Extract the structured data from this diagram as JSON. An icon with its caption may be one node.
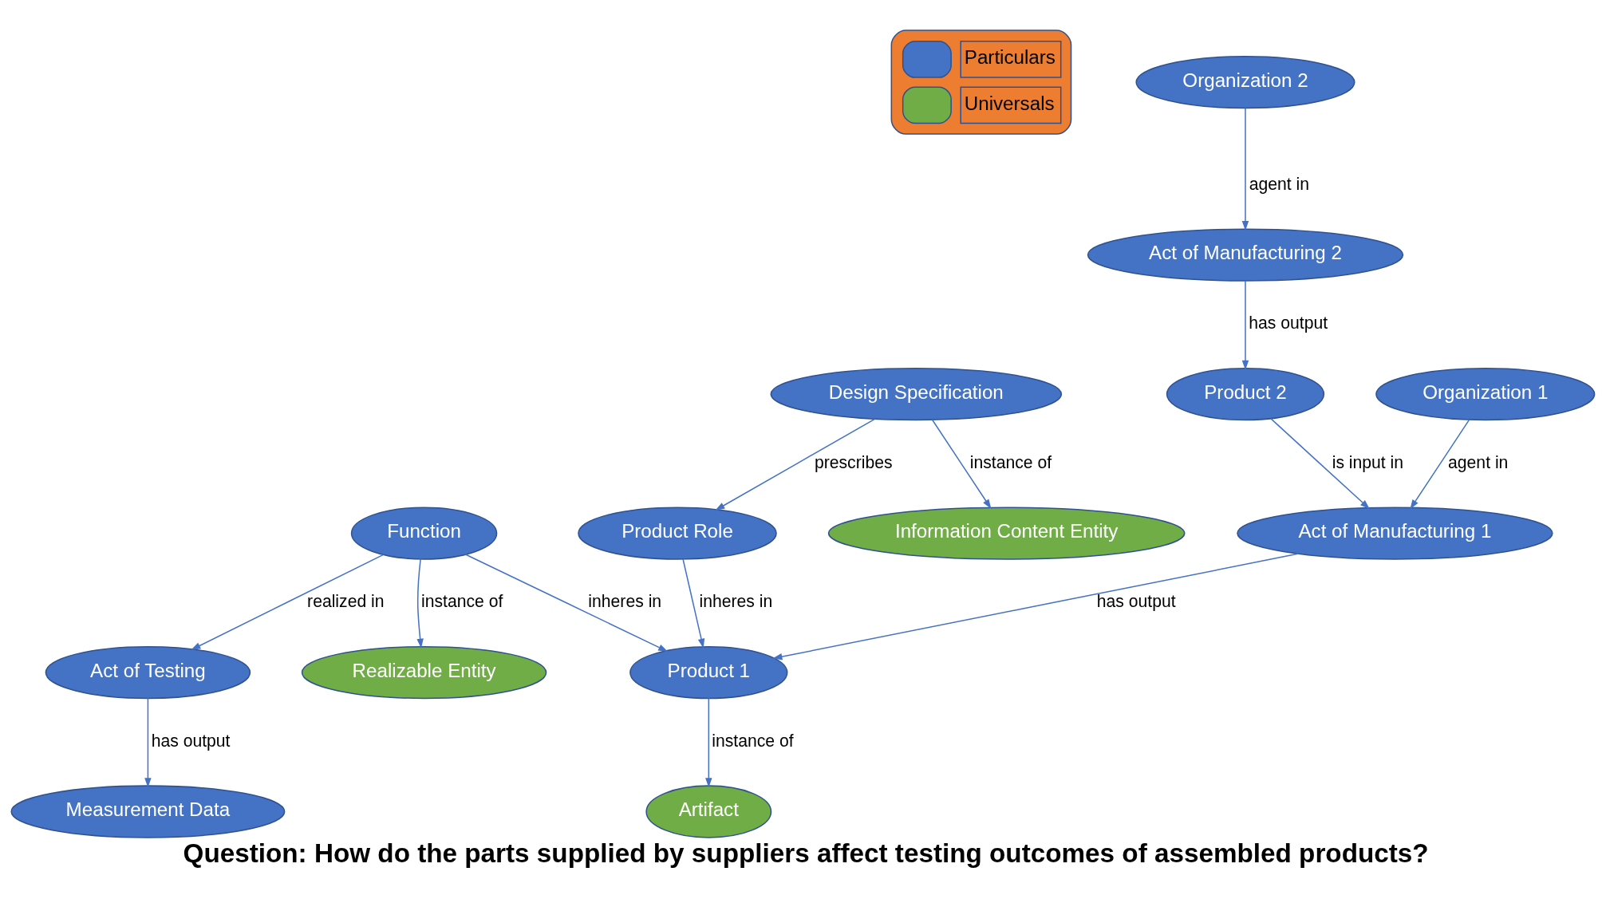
{
  "diagram": {
    "caption": "Question: How do the parts supplied by suppliers affect testing outcomes of assembled products?",
    "nodes": [
      {
        "text": [
          "Organization 1"
        ]
      },
      {
        "text": [
          "Artifact"
        ]
      },
      {
        "text": [
          "Product 2"
        ]
      },
      {
        "text": [
          "Act of Manufacturing 2"
        ]
      },
      {
        "text": [
          "Product Role"
        ]
      },
      {
        "text": [
          "Product 1"
        ]
      },
      {
        "text": [
          "Act of Manufacturing 1"
        ]
      },
      {
        "text": [
          "Organization 2"
        ]
      },
      {
        "text": [
          "Act of Testing"
        ]
      },
      {
        "text": [
          "Design Specification"
        ]
      },
      {
        "text": [
          "Function"
        ]
      },
      {
        "text": [
          "Realizable Entity"
        ]
      },
      {
        "text": [
          "Measurement Data"
        ]
      },
      {
        "text": [
          "Information Content Entity"
        ]
      }
    ],
    "edges": [
      {
        "from": 0,
        "to": 6,
        "arrow": "to",
        "label": "agent in"
      },
      {
        "from": 3,
        "to": 2,
        "arrow": "to",
        "label": "has output"
      },
      {
        "from": 5,
        "to": 1,
        "arrow": "to",
        "label": "instance of"
      },
      {
        "from": 2,
        "to": 6,
        "arrow": "to",
        "label": "is input in"
      },
      {
        "from": 7,
        "to": 3,
        "arrow": "to",
        "label": "agent in"
      },
      {
        "from": 4,
        "to": 5,
        "arrow": "to",
        "label": "inheres in"
      },
      {
        "from": 6,
        "to": 5,
        "arrow": "to",
        "label": "has output"
      },
      {
        "from": 9,
        "to": 4,
        "arrow": "to",
        "label": "prescribes"
      },
      {
        "from": 10,
        "to": 5,
        "arrow": "to",
        "label": "inheres in"
      },
      {
        "from": 10,
        "to": 8,
        "arrow": "to",
        "label": "realized in"
      },
      {
        "from": 8,
        "to": 12,
        "arrow": "to",
        "label": "has output"
      },
      {
        "from": 10,
        "to": 11,
        "arrow": "to",
        "label": "instance of"
      },
      {
        "from": 9,
        "to": 13,
        "arrow": "to",
        "label": "instance of"
      }
    ],
    "legend": [
      {
        "text": "Particulars",
        "color": "#4472c4"
      },
      {
        "text": "Universals",
        "color": "#70ad47"
      }
    ]
  }
}
